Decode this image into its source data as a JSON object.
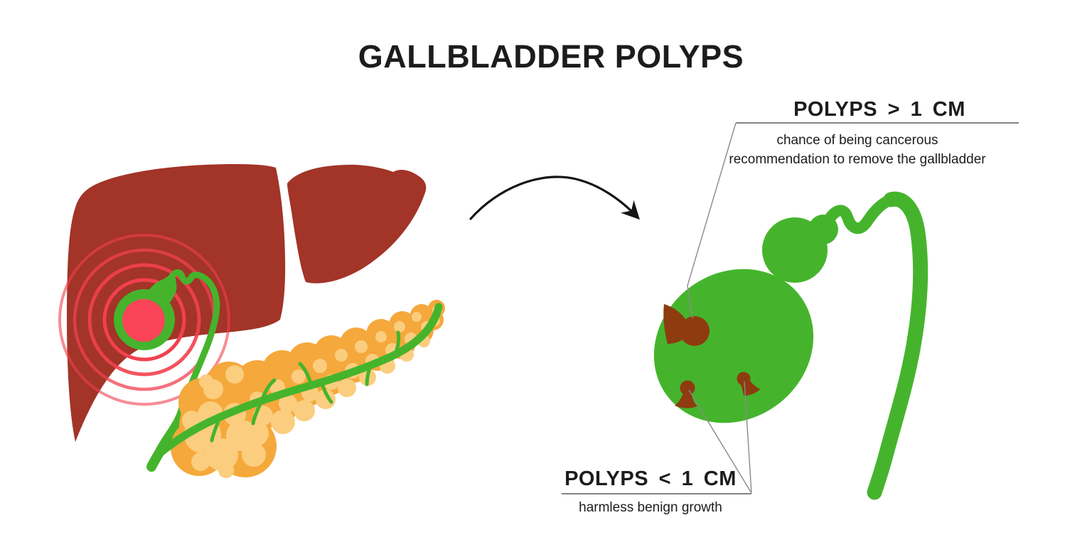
{
  "title": "GALLBLADDER POLYPS",
  "labels": {
    "large_polyps": {
      "title": "POLYPS > 1 CM",
      "line1": "chance of being cancerous",
      "line2": "recommendation to remove the gallbladder"
    },
    "small_polyps": {
      "title": "POLYPS < 1 CM",
      "line1": "harmless benign growth"
    }
  },
  "illustrations": {
    "left_scene": "liver with highlighted gallbladder and pancreas",
    "right_scene": "enlarged gallbladder with polyps",
    "polyp_count_enlarged_view": 3
  },
  "palette": {
    "bg": "#ffffff",
    "text": "#1c1c1c",
    "liver": "#a23428",
    "green": "#45b42c",
    "pink": "#fb4457",
    "ring": "#f2404f",
    "pancreas": "#f5a83b",
    "lobule": "#fbcd7e",
    "polyp": "#8e3b10",
    "arrow": "#151515",
    "leader": "#8a8a8a",
    "rule": "#5a5a5a"
  }
}
